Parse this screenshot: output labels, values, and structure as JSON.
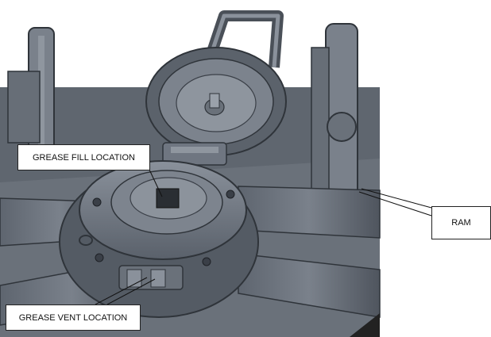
{
  "labels": {
    "grease_fill": "GREASE FILL LOCATION",
    "grease_vent": "GREASE VENT LOCATION",
    "ram": "RAM"
  },
  "colors": {
    "metal": "#6f7681",
    "metal_dark": "#3a3f47",
    "metal_light": "#a9aeb6",
    "background": "#ffffff"
  }
}
